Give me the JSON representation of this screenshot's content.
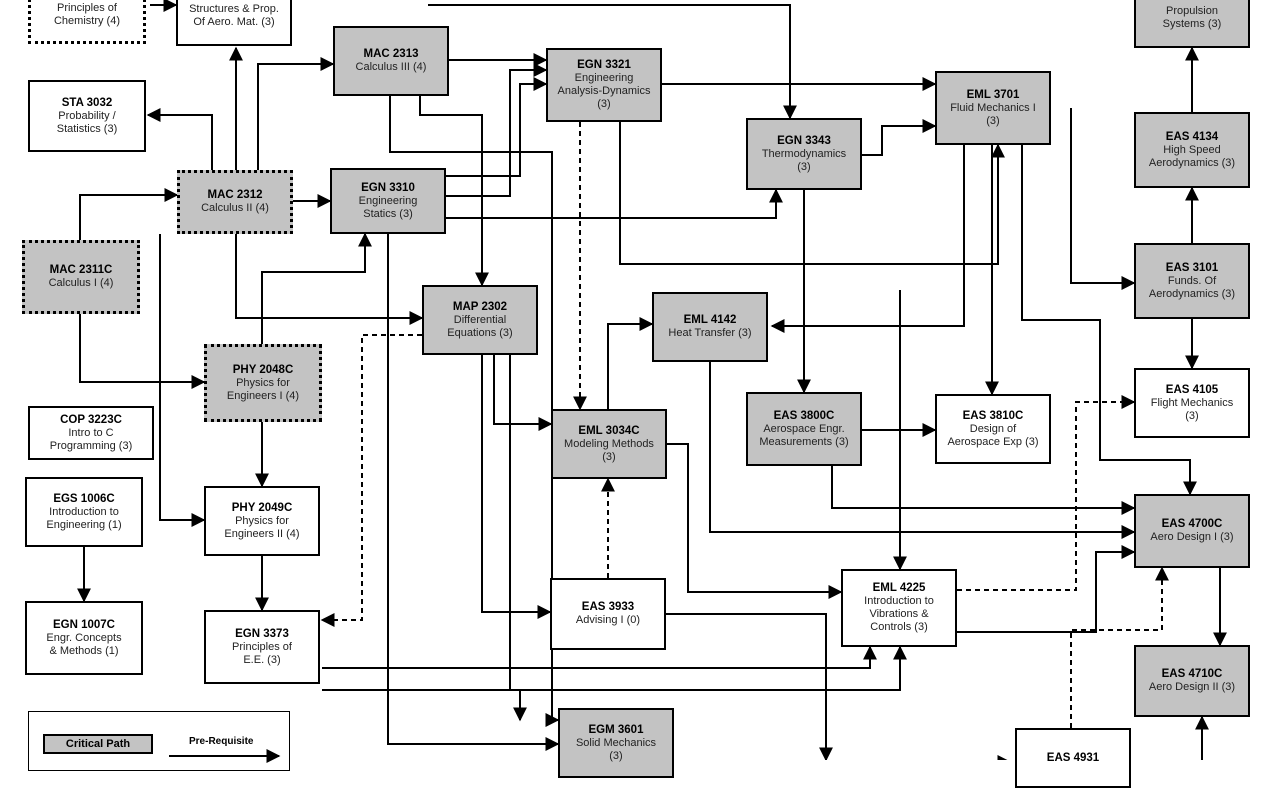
{
  "courses": [
    {
      "id": "chm",
      "code": "",
      "title": "Principles of\nChemistry (4)",
      "style": "dotted"
    },
    {
      "id": "eml3012",
      "code": "",
      "title": "Structures & Prop.\nOf Aero. Mat. (3)",
      "style": "normal"
    },
    {
      "id": "mac2313",
      "code": "MAC 2313",
      "title": "Calculus III (4)",
      "style": "critical"
    },
    {
      "id": "egn3321",
      "code": "EGN 3321",
      "title": "Engineering\nAnalysis-Dynamics\n(3)",
      "style": "critical"
    },
    {
      "id": "eml3701",
      "code": "EML 3701",
      "title": "Fluid Mechanics I\n(3)",
      "style": "critical"
    },
    {
      "id": "prop",
      "code": "",
      "title": "Propulsion\nSystems (3)",
      "style": "critical"
    },
    {
      "id": "sta3032",
      "code": "STA 3032",
      "title": "Probability /\nStatistics (3)",
      "style": "normal"
    },
    {
      "id": "mac2312",
      "code": "MAC 2312",
      "title": "Calculus II (4)",
      "style": "critical_dotted"
    },
    {
      "id": "egn3310",
      "code": "EGN 3310",
      "title": "Engineering\nStatics (3)",
      "style": "critical"
    },
    {
      "id": "egn3343",
      "code": "EGN 3343",
      "title": "Thermodynamics\n(3)",
      "style": "critical"
    },
    {
      "id": "eas4134",
      "code": "EAS 4134",
      "title": "High Speed\nAerodynamics (3)",
      "style": "critical"
    },
    {
      "id": "mac2311c",
      "code": "MAC 2311C",
      "title": "Calculus I (4)",
      "style": "critical_dotted"
    },
    {
      "id": "map2302",
      "code": "MAP 2302",
      "title": "Differential\nEquations (3)",
      "style": "critical"
    },
    {
      "id": "eml4142",
      "code": "EML 4142",
      "title": "Heat Transfer (3)",
      "style": "critical"
    },
    {
      "id": "eas3101",
      "code": "EAS 3101",
      "title": "Funds. Of\nAerodynamics (3)",
      "style": "critical"
    },
    {
      "id": "phy2048c",
      "code": "PHY 2048C",
      "title": "Physics for\nEngineers I (4)",
      "style": "critical_dotted"
    },
    {
      "id": "eas4105",
      "code": "EAS 4105",
      "title": "Flight Mechanics\n(3)",
      "style": "normal"
    },
    {
      "id": "cop3223c",
      "code": "COP 3223C",
      "title": "Intro to C\nProgramming (3)",
      "style": "normal"
    },
    {
      "id": "eml3034c",
      "code": "EML 3034C",
      "title": "Modeling Methods\n(3)",
      "style": "critical"
    },
    {
      "id": "eas3800c",
      "code": "EAS 3800C",
      "title": "Aerospace Engr.\nMeasurements (3)",
      "style": "critical"
    },
    {
      "id": "eas3810c",
      "code": "EAS 3810C",
      "title": "Design of\nAerospace Exp (3)",
      "style": "normal"
    },
    {
      "id": "egs1006c",
      "code": "EGS 1006C",
      "title": "Introduction to\nEngineering (1)",
      "style": "normal"
    },
    {
      "id": "phy2049c",
      "code": "PHY 2049C",
      "title": "Physics for\nEngineers II (4)",
      "style": "normal"
    },
    {
      "id": "eas4700c",
      "code": "EAS 4700C",
      "title": "Aero Design I (3)",
      "style": "critical"
    },
    {
      "id": "eas3933",
      "code": "EAS 3933",
      "title": "Advising I (0)",
      "style": "normal"
    },
    {
      "id": "eml4225",
      "code": "EML 4225",
      "title": "Introduction to\nVibrations &\nControls (3)",
      "style": "normal"
    },
    {
      "id": "egn1007c",
      "code": "EGN 1007C",
      "title": "Engr. Concepts\n& Methods (1)",
      "style": "normal"
    },
    {
      "id": "egn3373",
      "code": "EGN 3373",
      "title": "Principles of\nE.E. (3)",
      "style": "normal"
    },
    {
      "id": "eas4710c",
      "code": "EAS 4710C",
      "title": "Aero Design II (3)",
      "style": "critical"
    },
    {
      "id": "egm3601",
      "code": "EGM 3601",
      "title": "Solid Mechanics\n(3)",
      "style": "critical"
    },
    {
      "id": "eas4931",
      "code": "EAS 4931",
      "title": "",
      "style": "normal"
    }
  ],
  "legend": {
    "critical_label": "Critical Path",
    "prereq_label": "Pre-Requisite"
  },
  "colors": {
    "critical_fill": "#c3c3c3",
    "normal_fill": "#ffffff",
    "line": "#000000"
  }
}
